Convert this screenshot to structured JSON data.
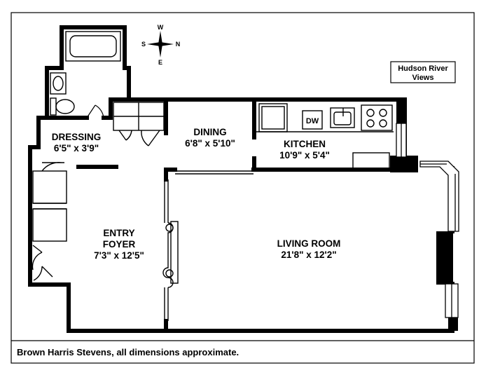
{
  "compass": {
    "north": "N",
    "south": "S",
    "east": "E",
    "west": "W"
  },
  "note": {
    "line1": "Hudson River",
    "line2": "Views"
  },
  "rooms": {
    "dressing": {
      "name": "DRESSING",
      "dims": "6'5\" x 3'9\""
    },
    "dining": {
      "name": "DINING",
      "dims": "6'8\" x 5'10\""
    },
    "kitchen": {
      "name": "KITCHEN",
      "dims": "10'9\" x 5'4\""
    },
    "entry_foyer": {
      "name_line1": "ENTRY",
      "name_line2": "FOYER",
      "dims": "7'3\" x 12'5\""
    },
    "living_room": {
      "name": "LIVING ROOM",
      "dims": "21'8\" x 12'2\""
    }
  },
  "appliances": {
    "dishwasher": "DW"
  },
  "footer": "Brown Harris Stevens, all dimensions approximate."
}
